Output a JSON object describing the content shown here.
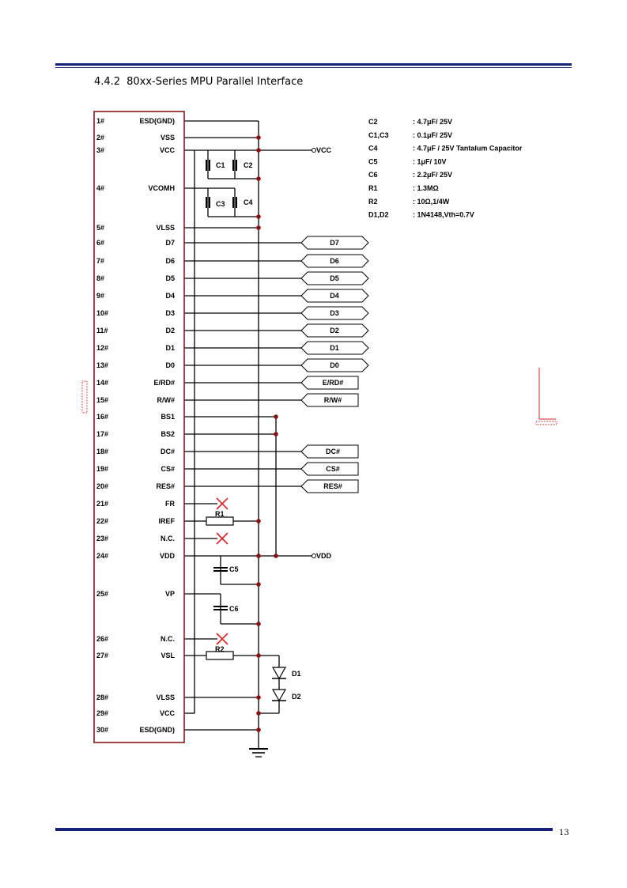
{
  "section": {
    "number": "4.4.2",
    "title": "80xx-Series MPU Parallel Interface"
  },
  "pins": [
    {
      "num": "1#",
      "name": "ESD(GND)"
    },
    {
      "num": "2#",
      "name": "VSS"
    },
    {
      "num": "3#",
      "name": "VCC"
    },
    {
      "num": "4#",
      "name": "VCOMH"
    },
    {
      "num": "5#",
      "name": "VLSS"
    },
    {
      "num": "6#",
      "name": "D7"
    },
    {
      "num": "7#",
      "name": "D6"
    },
    {
      "num": "8#",
      "name": "D5"
    },
    {
      "num": "9#",
      "name": "D4"
    },
    {
      "num": "10#",
      "name": "D3"
    },
    {
      "num": "11#",
      "name": "D2"
    },
    {
      "num": "12#",
      "name": "D1"
    },
    {
      "num": "13#",
      "name": "D0"
    },
    {
      "num": "14#",
      "name": "E/RD#"
    },
    {
      "num": "15#",
      "name": "R/W#"
    },
    {
      "num": "16#",
      "name": "BS1"
    },
    {
      "num": "17#",
      "name": "BS2"
    },
    {
      "num": "18#",
      "name": "DC#"
    },
    {
      "num": "19#",
      "name": "CS#"
    },
    {
      "num": "20#",
      "name": "RES#"
    },
    {
      "num": "21#",
      "name": "FR"
    },
    {
      "num": "22#",
      "name": "IREF"
    },
    {
      "num": "23#",
      "name": "N.C."
    },
    {
      "num": "24#",
      "name": "VDD"
    },
    {
      "num": "25#",
      "name": "VP"
    },
    {
      "num": "26#",
      "name": "N.C."
    },
    {
      "num": "27#",
      "name": "VSL"
    },
    {
      "num": "28#",
      "name": "VLSS"
    },
    {
      "num": "29#",
      "name": "VCC"
    },
    {
      "num": "30#",
      "name": "ESD(GND)"
    }
  ],
  "bus_signals": [
    "D7",
    "D6",
    "D5",
    "D4",
    "D3",
    "D2",
    "D1",
    "D0"
  ],
  "control_signals": [
    "E/RD#",
    "R/W#",
    "DC#",
    "CS#",
    "RES#"
  ],
  "components": [
    {
      "ref": "C2",
      "value": ": 4.7μF/ 25V"
    },
    {
      "ref": "C1,C3",
      "value": ": 0.1μF/ 25V"
    },
    {
      "ref": "C4",
      "value": ": 4.7μF / 25V Tantalum Capacitor"
    },
    {
      "ref": "C5",
      "value": ": 1μF/ 10V"
    },
    {
      "ref": "C6",
      "value": ": 2.2μF/ 25V"
    },
    {
      "ref": "R1",
      "value": ": 1.3MΩ"
    },
    {
      "ref": "R2",
      "value": ": 10Ω,1/4W"
    },
    {
      "ref": "D1,D2",
      "value": ": 1N4148,Vth=0.7V"
    }
  ],
  "labels": {
    "vcc_rail": "VCC",
    "vdd_rail": "VDD",
    "c1": "C1",
    "c2": "C2",
    "c3": "C3",
    "c4": "C4",
    "c5": "C5",
    "c6": "C6",
    "r1": "R1",
    "r2": "R2",
    "d1": "D1",
    "d2": "D2"
  },
  "colors": {
    "wire": "#000000",
    "connector_box": "#8b1a1a",
    "junction": "#8b1010",
    "no_connect": "#e02020",
    "rule": "#14207a"
  },
  "page_number": "13"
}
